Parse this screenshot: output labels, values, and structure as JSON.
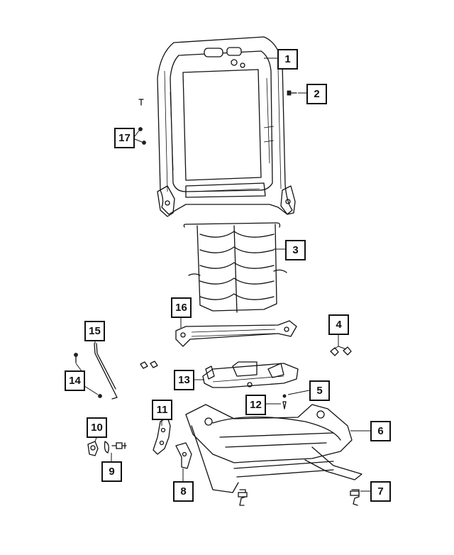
{
  "callouts": [
    {
      "id": "c1",
      "number": "1"
    },
    {
      "id": "c2",
      "number": "2"
    },
    {
      "id": "c3",
      "number": "3"
    },
    {
      "id": "c4",
      "number": "4"
    },
    {
      "id": "c5",
      "number": "5"
    },
    {
      "id": "c6",
      "number": "6"
    },
    {
      "id": "c7",
      "number": "7"
    },
    {
      "id": "c8",
      "number": "8"
    },
    {
      "id": "c9",
      "number": "9"
    },
    {
      "id": "c10",
      "number": "10"
    },
    {
      "id": "c11",
      "number": "11"
    },
    {
      "id": "c12",
      "number": "12"
    },
    {
      "id": "c13",
      "number": "13"
    },
    {
      "id": "c14",
      "number": "14"
    },
    {
      "id": "c15",
      "number": "15"
    },
    {
      "id": "c16",
      "number": "16"
    },
    {
      "id": "c17",
      "number": "17"
    }
  ]
}
